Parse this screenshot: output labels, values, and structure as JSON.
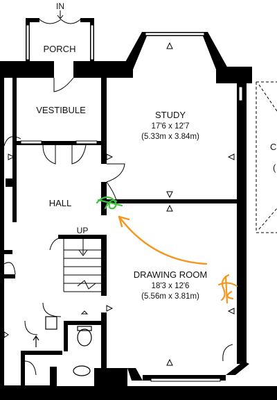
{
  "labels": {
    "entry": "IN",
    "porch": "PORCH",
    "vestibule": "VESTIBULE",
    "hall": "HALL",
    "up": "UP",
    "right_cut": "C",
    "right_cut2": "("
  },
  "rooms": {
    "study": {
      "name": "STUDY",
      "imperial": "17'6 x 12'7",
      "metric": "(5.33m x 3.84m)"
    },
    "drawing_room": {
      "name": "DRAWING ROOM",
      "imperial": "18'3 x 12'6",
      "metric": "(5.56m x 3.81m)"
    }
  },
  "colors": {
    "wall": "#000000",
    "annotation_green": "#3ec43e",
    "annotation_orange": "#f5961e",
    "window": "#ffffff"
  }
}
